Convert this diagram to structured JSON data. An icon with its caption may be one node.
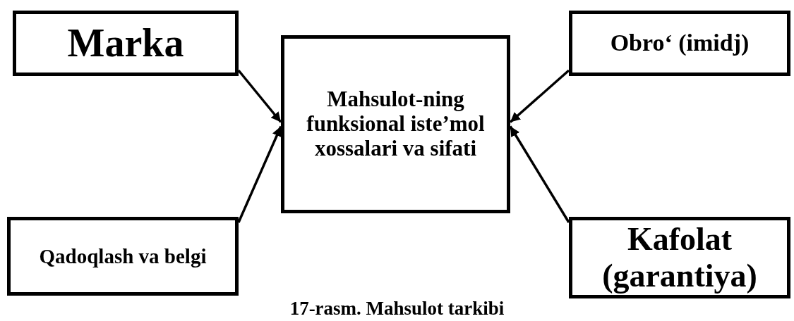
{
  "diagram": {
    "caption": "17-rasm. Mahsulot tarkibi",
    "nodes": [
      {
        "text": [
          "Marka"
        ]
      },
      {
        "text": [
          "Mahsulot-ning funksional iste’mol xossalari va sifati"
        ]
      },
      {
        "text": [
          "Obro‘ (imidj)"
        ]
      },
      {
        "text": [
          "Qadoqlash va belgi"
        ]
      },
      {
        "text": [
          "Kafolat (garantiya)"
        ]
      }
    ],
    "edges": [
      {
        "from": 0,
        "to": 1,
        "arrow": "to"
      },
      {
        "from": 3,
        "to": 1,
        "arrow": "to"
      },
      {
        "from": 2,
        "to": 1,
        "arrow": "to"
      },
      {
        "from": 4,
        "to": 1,
        "arrow": "to"
      }
    ]
  }
}
